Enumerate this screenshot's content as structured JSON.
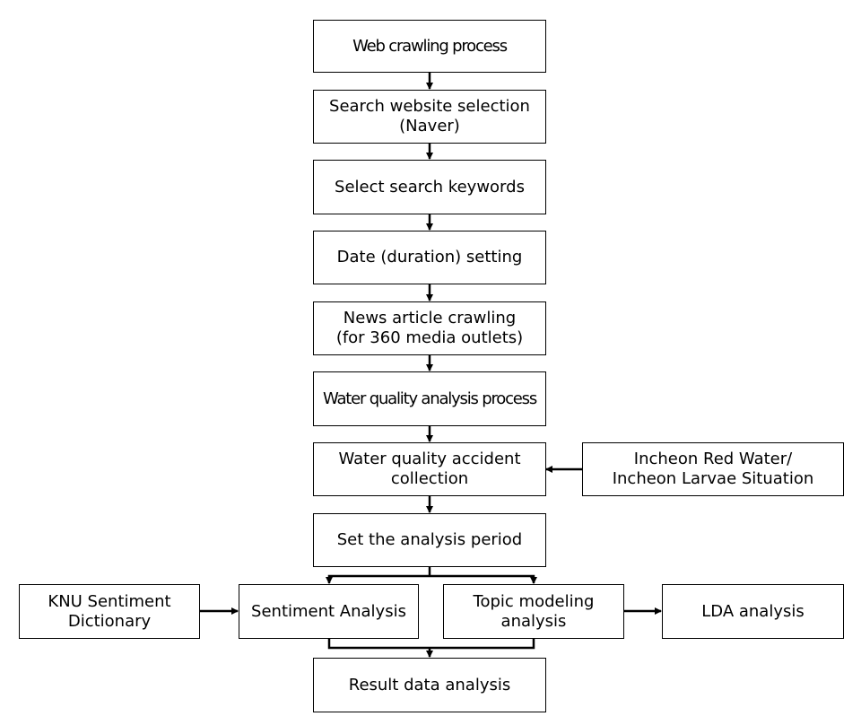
{
  "diagram": {
    "boxes": {
      "web_crawling": "Web crawling process",
      "search_website": "Search website selection\n(Naver)",
      "select_keywords": "Select search keywords",
      "date_setting": "Date (duration) setting",
      "news_crawling": "News article crawling\n(for 360 media outlets)",
      "water_quality_process": "Water quality analysis process",
      "accident_collection": "Water quality accident\ncollection",
      "incheon_situation": "Incheon Red Water/\nIncheon Larvae Situation",
      "analysis_period": "Set the analysis period",
      "knu_dictionary": "KNU Sentiment\nDictionary",
      "sentiment_analysis": "Sentiment Analysis",
      "topic_modeling": "Topic modeling\nanalysis",
      "lda_analysis": "LDA analysis",
      "result_analysis": "Result data analysis"
    }
  }
}
